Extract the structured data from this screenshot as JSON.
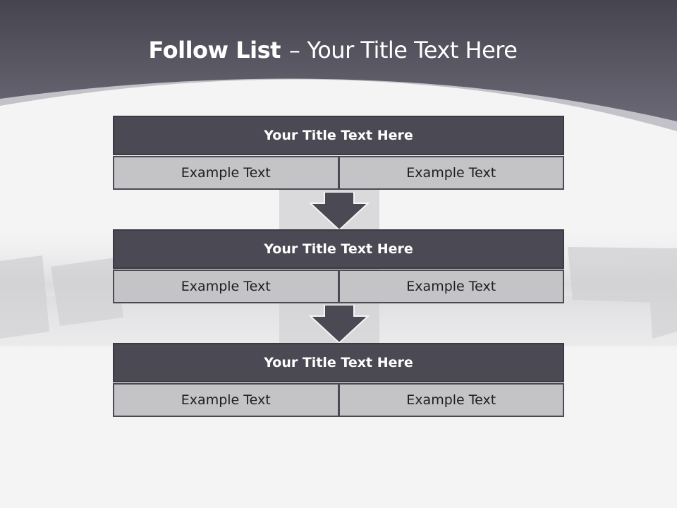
{
  "slide": {
    "title_bold": "Follow List",
    "title_dash": "–",
    "title_rest": "Your Title Text Here"
  },
  "steps": [
    {
      "title": "Your Title Text Here",
      "cells": [
        "Example Text",
        "Example Text"
      ]
    },
    {
      "title": "Your Title Text Here",
      "cells": [
        "Example Text",
        "Example Text"
      ]
    },
    {
      "title": "Your Title Text Here",
      "cells": [
        "Example Text",
        "Example Text"
      ]
    }
  ],
  "colors": {
    "header_fill": "#4b4a54",
    "cell_fill": "#c4c4c6",
    "band_dark": "#4d4c58",
    "arrow_fill": "#4b4a54"
  }
}
